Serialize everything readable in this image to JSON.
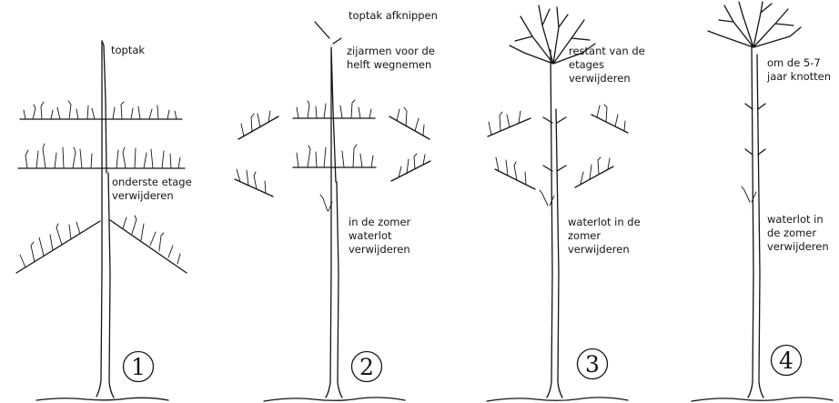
{
  "panels": [
    {
      "step": "1",
      "labels": [
        {
          "lines": [
            "toptak"
          ]
        },
        {
          "lines": [
            "onderste etage",
            "verwijderen"
          ]
        }
      ]
    },
    {
      "step": "2",
      "labels": [
        {
          "lines": [
            "toptak afknippen"
          ]
        },
        {
          "lines": [
            "zijarmen voor de",
            "helft wegnemen"
          ]
        },
        {
          "lines": [
            "in de zomer",
            "waterlot",
            "verwijderen"
          ]
        }
      ]
    },
    {
      "step": "3",
      "labels": [
        {
          "lines": [
            "restant van de",
            "etages",
            "verwijderen"
          ]
        },
        {
          "lines": [
            "waterlot in de",
            "zomer",
            "verwijderen"
          ]
        }
      ]
    },
    {
      "step": "4",
      "labels": [
        {
          "lines": [
            "om de 5-7",
            "jaar knotten"
          ]
        },
        {
          "lines": [
            "waterlot in",
            "de zomer",
            "verwijderen"
          ]
        }
      ]
    }
  ],
  "colors": {
    "ink": "#141414",
    "background": "#ffffff"
  }
}
